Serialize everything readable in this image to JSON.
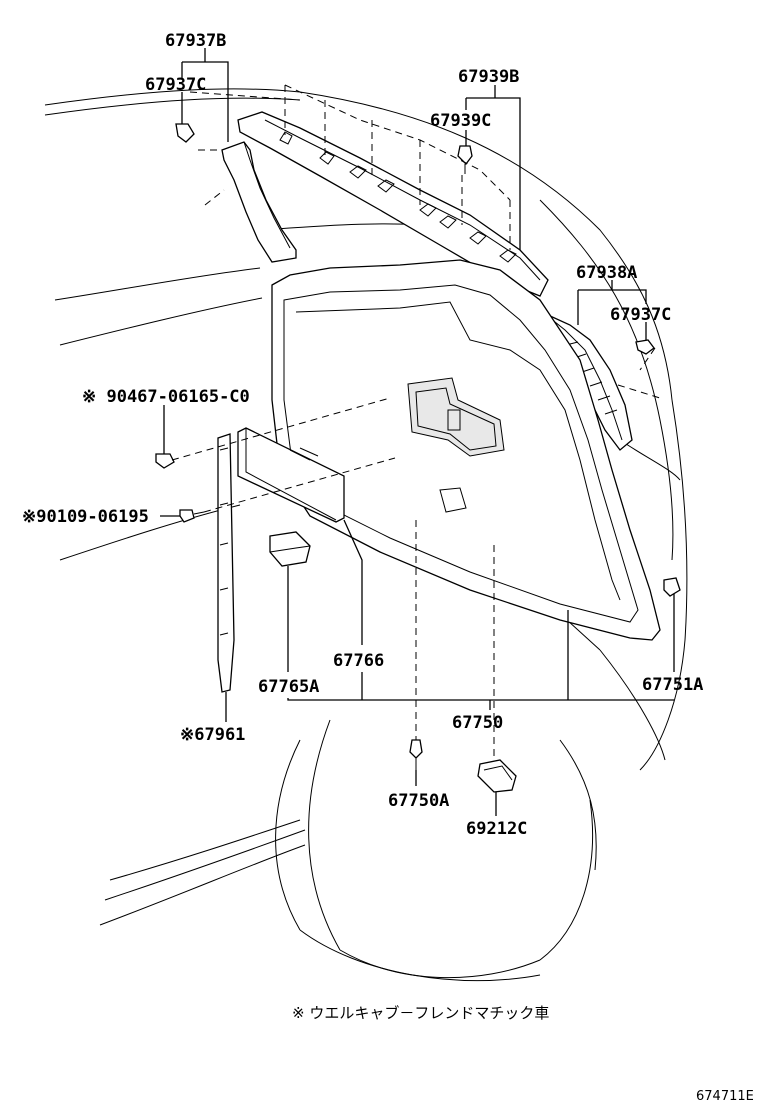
{
  "parts": {
    "p67937B": "67937B",
    "p67937C_left": "67937C",
    "p67939B": "67939B",
    "p67939C": "67939C",
    "p67938A": "67938A",
    "p67937C_right": "67937C",
    "p90467": "※ 90467-06165-C0",
    "p90109": "※90109-06195",
    "p67766": "67766",
    "p67765A": "67765A",
    "p67751A": "67751A",
    "p67750": "67750",
    "p67961": "※67961",
    "p67750A": "67750A",
    "p69212C": "69212C"
  },
  "footnote": "※ ウエルキャブ－フレンドマチック車",
  "diagram_code": "674711E"
}
